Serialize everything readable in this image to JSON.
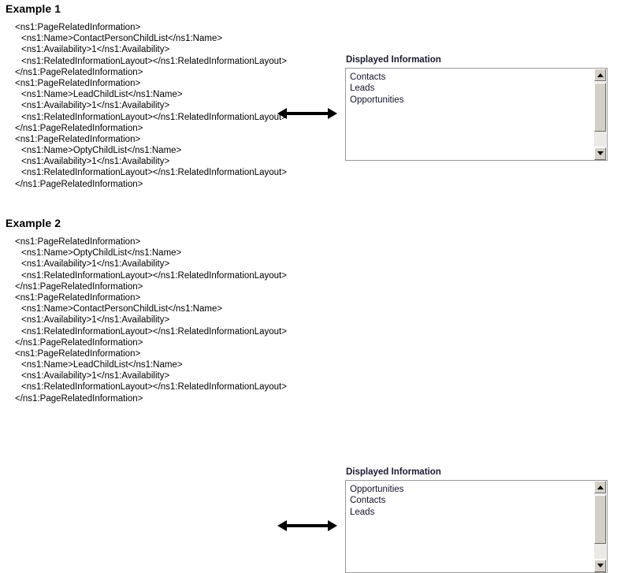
{
  "examples": [
    {
      "title": "Example 1",
      "xml_lines": [
        {
          "indent": 0,
          "text": "<ns1:PageRelatedInformation>"
        },
        {
          "indent": 1,
          "text": "<ns1:Name>ContactPersonChildList</ns1:Name>"
        },
        {
          "indent": 1,
          "text": "<ns1:Availability>1</ns1:Availability>"
        },
        {
          "indent": 1,
          "text": "<ns1:RelatedInformationLayout></ns1:RelatedInformationLayout>"
        },
        {
          "indent": 0,
          "text": "</ns1:PageRelatedInformation>"
        },
        {
          "indent": 0,
          "text": "<ns1:PageRelatedInformation>"
        },
        {
          "indent": 1,
          "text": "<ns1:Name>LeadChildList</ns1:Name>"
        },
        {
          "indent": 1,
          "text": "<ns1:Availability>1</ns1:Availability>"
        },
        {
          "indent": 1,
          "text": "<ns1:RelatedInformationLayout></ns1:RelatedInformationLayout>"
        },
        {
          "indent": 0,
          "text": "</ns1:PageRelatedInformation>"
        },
        {
          "indent": 0,
          "text": "<ns1:PageRelatedInformation>"
        },
        {
          "indent": 1,
          "text": "<ns1:Name>OptyChildList</ns1:Name>"
        },
        {
          "indent": 1,
          "text": "<ns1:Availability>1</ns1:Availability>"
        },
        {
          "indent": 1,
          "text": "<ns1:RelatedInformationLayout></ns1:RelatedInformationLayout>"
        },
        {
          "indent": 0,
          "text": "</ns1:PageRelatedInformation>"
        }
      ],
      "panel": {
        "title": "Displayed Information",
        "items": [
          "Contacts",
          "Leads",
          "Opportunities"
        ]
      }
    },
    {
      "title": "Example 2",
      "xml_lines": [
        {
          "indent": 0,
          "text": "<ns1:PageRelatedInformation>"
        },
        {
          "indent": 1,
          "text": "<ns1:Name>OptyChildList</ns1:Name>"
        },
        {
          "indent": 1,
          "text": "<ns1:Availability>1</ns1:Availability>"
        },
        {
          "indent": 1,
          "text": "<ns1:RelatedInformationLayout></ns1:RelatedInformationLayout>"
        },
        {
          "indent": 0,
          "text": "</ns1:PageRelatedInformation>"
        },
        {
          "indent": 0,
          "text": "<ns1:PageRelatedInformation>"
        },
        {
          "indent": 1,
          "text": "<ns1:Name>ContactPersonChildList</ns1:Name>"
        },
        {
          "indent": 1,
          "text": "<ns1:Availability>1</ns1:Availability>"
        },
        {
          "indent": 1,
          "text": "<ns1:RelatedInformationLayout></ns1:RelatedInformationLayout>"
        },
        {
          "indent": 0,
          "text": "</ns1:PageRelatedInformation>"
        },
        {
          "indent": 0,
          "text": "<ns1:PageRelatedInformation>"
        },
        {
          "indent": 1,
          "text": "<ns1:Name>LeadChildList</ns1:Name>"
        },
        {
          "indent": 1,
          "text": "<ns1:Availability>1</ns1:Availability>"
        },
        {
          "indent": 1,
          "text": "<ns1:RelatedInformationLayout></ns1:RelatedInformationLayout>"
        },
        {
          "indent": 0,
          "text": "</ns1:PageRelatedInformation>"
        }
      ],
      "panel": {
        "title": "Displayed Information",
        "items": [
          "Opportunities",
          "Contacts",
          "Leads"
        ]
      }
    }
  ],
  "icons": {
    "arrow": "double-headed-arrow",
    "scroll_up": "scroll-up-arrow-icon",
    "scroll_down": "scroll-down-arrow-icon"
  },
  "colors": {
    "text": "#000000",
    "panel_border": "#9a9a9a",
    "scrollbar_face": "#d4d0c8",
    "list_text": "#14142b"
  }
}
